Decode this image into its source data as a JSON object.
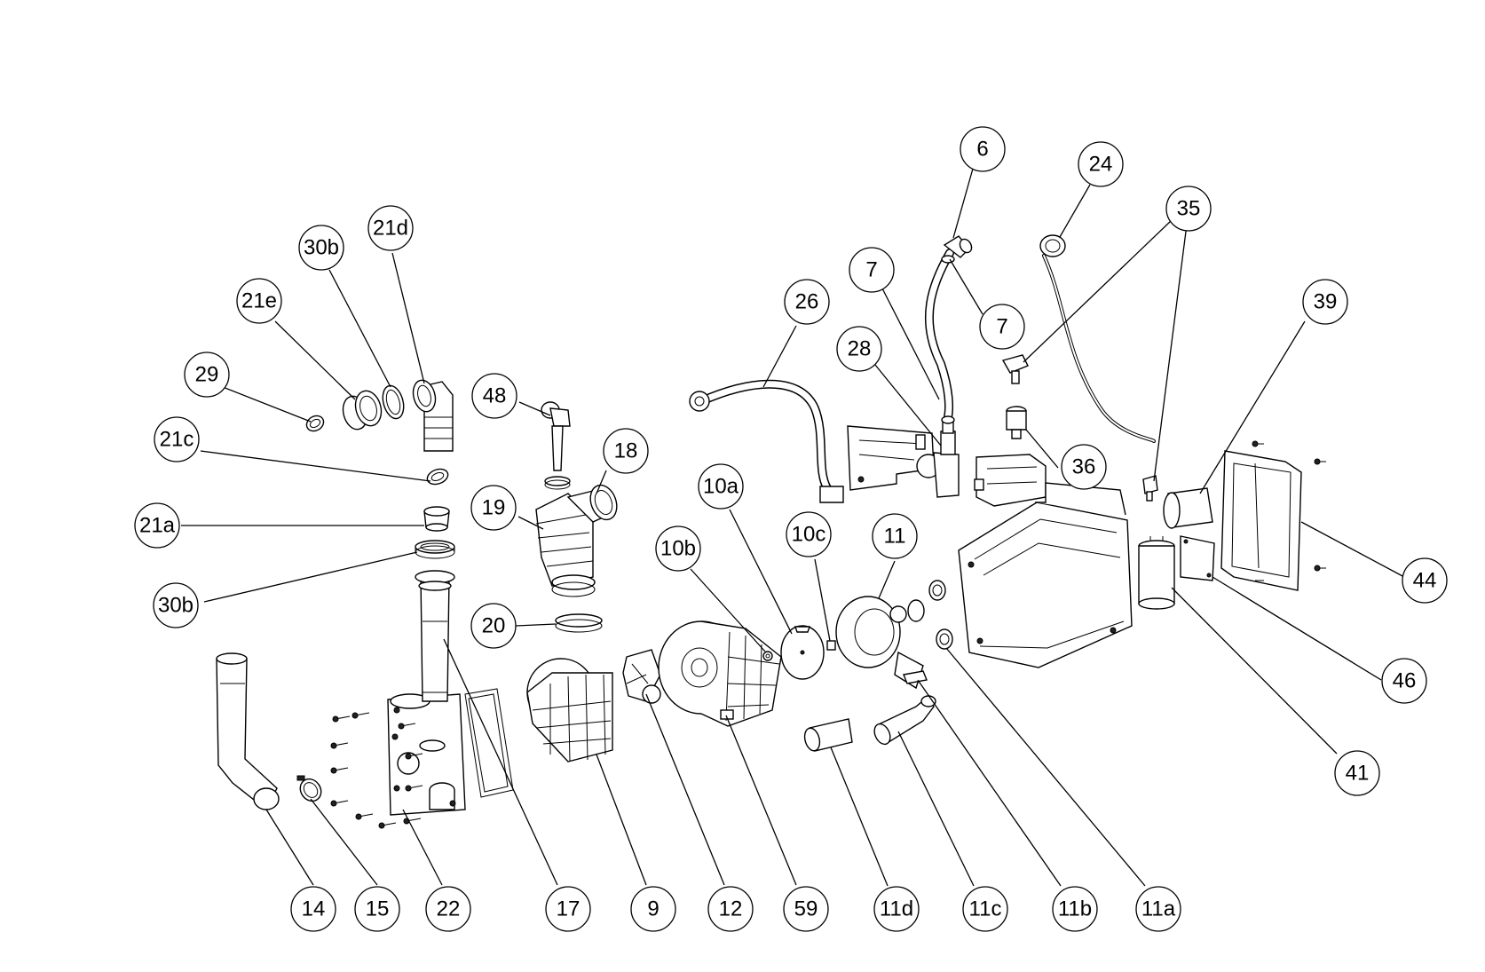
{
  "callouts": [
    {
      "id": "6",
      "label": "6"
    },
    {
      "id": "24",
      "label": "24"
    },
    {
      "id": "35",
      "label": "35"
    },
    {
      "id": "7a",
      "label": "7"
    },
    {
      "id": "7b",
      "label": "7"
    },
    {
      "id": "39",
      "label": "39"
    },
    {
      "id": "26",
      "label": "26"
    },
    {
      "id": "28",
      "label": "28"
    },
    {
      "id": "21d",
      "label": "21d"
    },
    {
      "id": "30b-top",
      "label": "30b"
    },
    {
      "id": "21e",
      "label": "21e"
    },
    {
      "id": "29",
      "label": "29"
    },
    {
      "id": "48",
      "label": "48"
    },
    {
      "id": "21c",
      "label": "21c"
    },
    {
      "id": "18",
      "label": "18"
    },
    {
      "id": "36",
      "label": "36"
    },
    {
      "id": "10a",
      "label": "10a"
    },
    {
      "id": "19",
      "label": "19"
    },
    {
      "id": "21a",
      "label": "21a"
    },
    {
      "id": "10c",
      "label": "10c"
    },
    {
      "id": "11",
      "label": "11"
    },
    {
      "id": "10b",
      "label": "10b"
    },
    {
      "id": "44",
      "label": "44"
    },
    {
      "id": "30b-bottom",
      "label": "30b"
    },
    {
      "id": "20",
      "label": "20"
    },
    {
      "id": "46",
      "label": "46"
    },
    {
      "id": "41",
      "label": "41"
    },
    {
      "id": "14",
      "label": "14"
    },
    {
      "id": "15",
      "label": "15"
    },
    {
      "id": "22",
      "label": "22"
    },
    {
      "id": "17",
      "label": "17"
    },
    {
      "id": "9",
      "label": "9"
    },
    {
      "id": "12",
      "label": "12"
    },
    {
      "id": "59",
      "label": "59"
    },
    {
      "id": "11d",
      "label": "11d"
    },
    {
      "id": "11c",
      "label": "11c"
    },
    {
      "id": "11b",
      "label": "11b"
    },
    {
      "id": "11a",
      "label": "11a"
    }
  ]
}
